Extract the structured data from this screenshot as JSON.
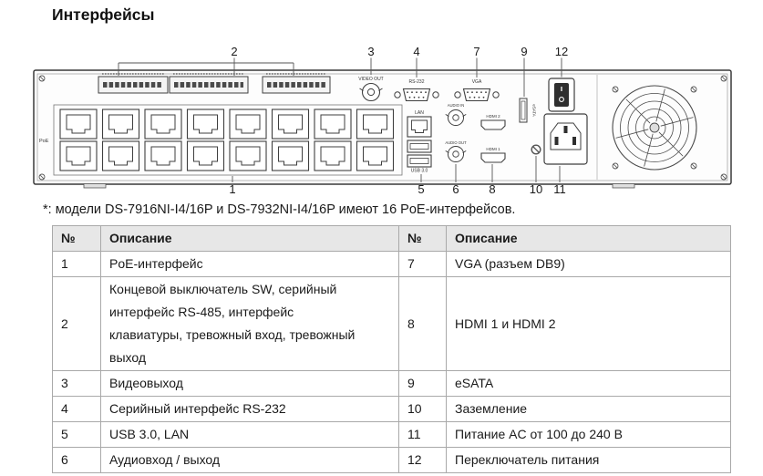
{
  "page": {
    "title": "Интерфейсы",
    "note": "*: модели DS-7916NI-I4/16P и DS-7932NI-I4/16P имеют 16 PoE-интерфейсов."
  },
  "diagram": {
    "callouts": {
      "c1": "1",
      "c2": "2",
      "c3": "3",
      "c4": "4",
      "c5": "5",
      "c6": "6",
      "c7": "7",
      "c8": "8",
      "c9": "9",
      "c10": "10",
      "c11": "11",
      "c12": "12"
    },
    "labels": {
      "video_out": "VIDEO OUT",
      "rs232": "RS-232",
      "vga": "VGA",
      "lan": "LAN",
      "usb": "USB 3.0",
      "audio_in": "AUDIO IN",
      "audio_out": "AUDIO OUT",
      "hdmi_top": "HDMI 2",
      "hdmi_bottom": "HDMI 1",
      "esata": "eSATA",
      "poe": "PoE"
    }
  },
  "table": {
    "headers": {
      "num1": "№",
      "desc1": "Описание",
      "num2": "№",
      "desc2": "Описание"
    },
    "rows": [
      {
        "num1": "1",
        "desc1": "PoE-интерфейс",
        "num2": "7",
        "desc2": "VGA (разъем DB9)"
      },
      {
        "num1": "2",
        "desc1": "Концевой выключатель SW, серийный интерфейс RS-485, интерфейс клавиатуры, тревожный вход, тревожный выход",
        "num2": "8",
        "desc2": "HDMI 1 и HDMI 2"
      },
      {
        "num1": "3",
        "desc1": "Видеовыход",
        "num2": "9",
        "desc2": "eSATA"
      },
      {
        "num1": "4",
        "desc1": "Серийный интерфейс RS-232",
        "num2": "10",
        "desc2": "Заземление"
      },
      {
        "num1": "5",
        "desc1": "USB 3.0, LAN",
        "num2": "11",
        "desc2": "Питание AC от 100 до 240 В"
      },
      {
        "num1": "6",
        "desc1": "Аудиовход / выход",
        "num2": "12",
        "desc2": "Переключатель питания"
      }
    ]
  }
}
